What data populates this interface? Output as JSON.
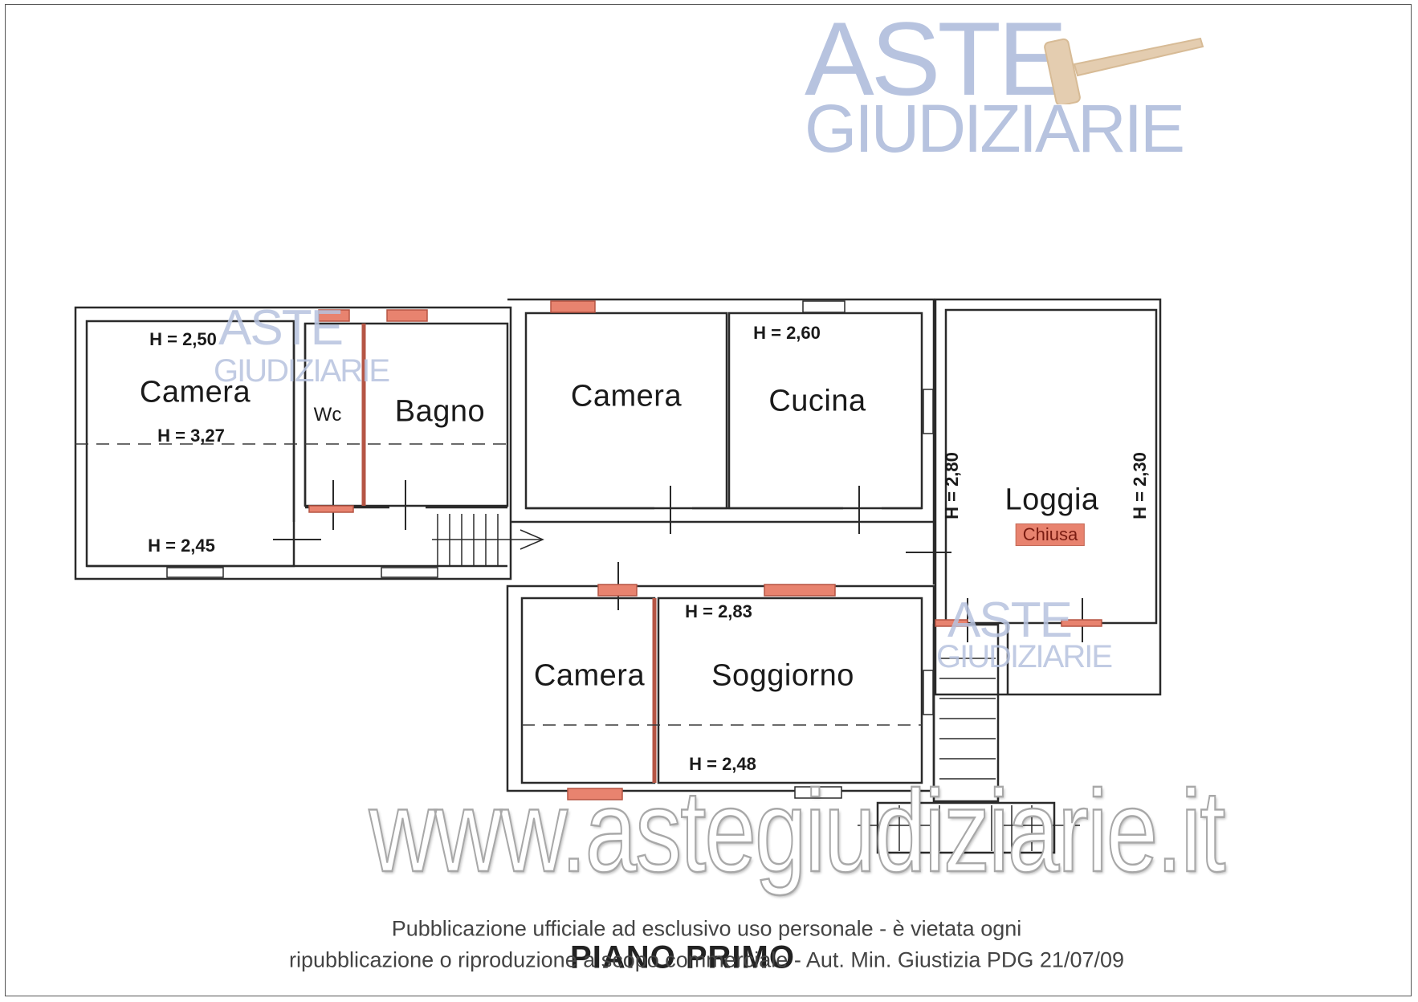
{
  "watermark": {
    "brand_line1": "ASTE",
    "brand_line2": "GIUDIZIARIE",
    "url": "www.astegiudiziarie.it",
    "color": "#b7c3df"
  },
  "floor_title": "PIANO PRIMO",
  "notice": {
    "line1": "Pubblicazione ufficiale ad esclusivo uso personale - è vietata ogni",
    "line2": "ripubblicazione o riproduzione a scopo commerciale - Aut. Min. Giustizia PDG 21/07/09"
  },
  "rooms": {
    "camera_left": "Camera",
    "wc": "Wc",
    "bagno": "Bagno",
    "camera_mid": "Camera",
    "cucina": "Cucina",
    "loggia": "Loggia",
    "loggia_note": "Chiusa",
    "camera_bottom": "Camera",
    "soggiorno": "Soggiorno"
  },
  "heights": {
    "camera_left_top": "H = 2,50",
    "camera_left_mid": "H = 3,27",
    "camera_left_bottom": "H = 2,45",
    "cucina": "H = 2,60",
    "loggia_left": "H = 2,80",
    "loggia_right": "H = 2,30",
    "soggiorno_top": "H = 2,83",
    "soggiorno_bottom": "H = 2,48"
  },
  "colors": {
    "window_fill": "#e8836f",
    "wall": "#2a2a2a"
  }
}
